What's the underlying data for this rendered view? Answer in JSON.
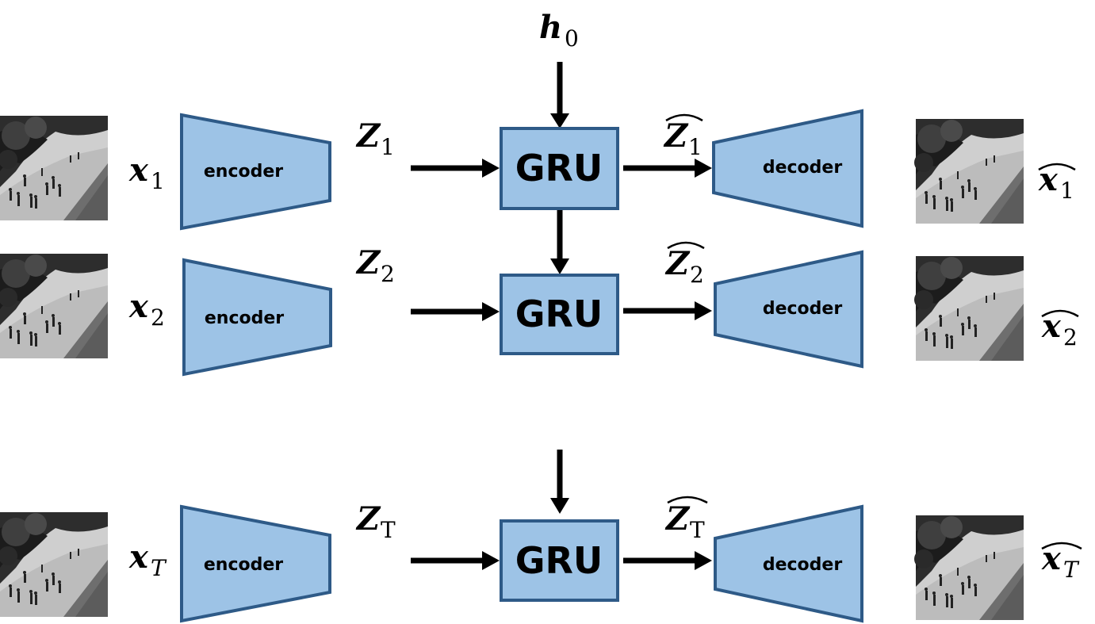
{
  "colors": {
    "box_fill": "#9dc3e6",
    "box_stroke": "#2e5a87",
    "arrow": "#000000",
    "text": "#000000"
  },
  "initial_state": {
    "label": "h",
    "subscript": "0"
  },
  "rows": [
    {
      "input_label": "x",
      "input_sub": "1",
      "encoder_label": "encoder",
      "latent_label": "Z",
      "latent_sub": "1",
      "gru_label": "GRU",
      "latent_hat_label": "Z",
      "latent_hat_sub": "1",
      "decoder_label": "decoder",
      "output_label": "x",
      "output_sub": "1"
    },
    {
      "input_label": "x",
      "input_sub": "2",
      "encoder_label": "encoder",
      "latent_label": "Z",
      "latent_sub": "2",
      "gru_label": "GRU",
      "latent_hat_label": "Z",
      "latent_hat_sub": "2",
      "decoder_label": "decoder",
      "output_label": "x",
      "output_sub": "2"
    },
    {
      "input_label": "x",
      "input_sub": "T",
      "encoder_label": "encoder",
      "latent_label": "Z",
      "latent_sub": "T",
      "gru_label": "GRU",
      "latent_hat_label": "Z",
      "latent_hat_sub": "T",
      "decoder_label": "decoder",
      "output_label": "x",
      "output_sub": "T"
    }
  ],
  "frame_icon": "grayscale-pedestrian-scene-thumbnail"
}
